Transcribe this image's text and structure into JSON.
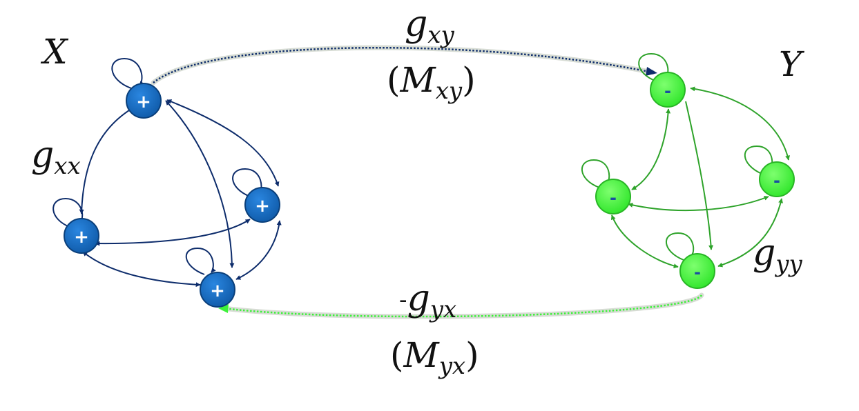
{
  "colors": {
    "x_node": "#1565c0",
    "x_edge": "#0d2c6b",
    "y_node": "#3df23a",
    "y_edge": "#2ea32a",
    "coupling_shadow": "#d7dcd4"
  },
  "groups": {
    "x": {
      "label": "X",
      "node_sign": "+",
      "self_edge_label": {
        "base": "g",
        "sub": "xx"
      }
    },
    "y": {
      "label": "Y",
      "node_sign": "-",
      "self_edge_label": {
        "base": "g",
        "sub": "yy"
      }
    }
  },
  "coupling": {
    "xy": {
      "label": {
        "base": "g",
        "sub": "xy"
      },
      "matrix": {
        "open": "(",
        "base": "M",
        "sub": "xy",
        "close": ")"
      }
    },
    "yx": {
      "label": {
        "prefix": "-",
        "base": "g",
        "sub": "yx"
      },
      "matrix": {
        "open": "(",
        "base": "M",
        "sub": "yx",
        "close": ")"
      }
    }
  }
}
